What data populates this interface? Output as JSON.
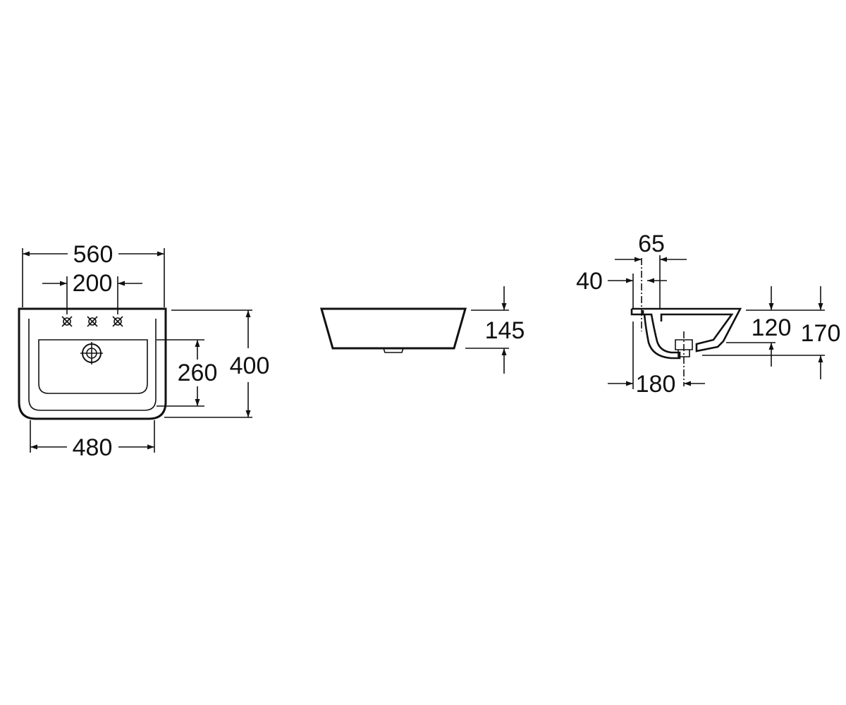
{
  "colors": {
    "line": "#111111",
    "background": "#ffffff"
  },
  "top_view": {
    "overall_width": "560",
    "tap_spacing": "200",
    "inner_width": "480",
    "overall_depth": "400",
    "waste_offset": "260"
  },
  "front_view": {
    "height": "145"
  },
  "side_view": {
    "tap_offset": "40",
    "tap_width": "65",
    "waste_center": "180",
    "bowl_depth": "120",
    "total_height": "170"
  }
}
